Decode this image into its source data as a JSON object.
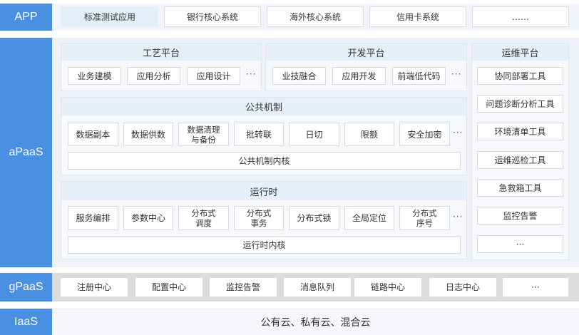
{
  "app_layer": {
    "label": "APP",
    "items": [
      "标准测试应用",
      "银行核心系统",
      "海外核心系统",
      "信用卡系统",
      "……"
    ]
  },
  "apaas_layer": {
    "label": "aPaaS",
    "craft_platform": {
      "title": "工艺平台",
      "items": [
        "业务建模",
        "应用分析",
        "应用设计"
      ],
      "more": "···"
    },
    "dev_platform": {
      "title": "开发平台",
      "items": [
        "业技融合",
        "应用开发",
        "前端低代码"
      ],
      "more": "···"
    },
    "public_mechanism": {
      "title": "公共机制",
      "items": [
        "数据副本",
        "数据供数",
        "数据清理\n与备份",
        "批转联",
        "日切",
        "限额",
        "安全加密"
      ],
      "more": "···",
      "kernel": "公共机制内核"
    },
    "runtime": {
      "title": "运行时",
      "items": [
        "服务编排",
        "参数中心",
        "分布式\n调度",
        "分布式\n事务",
        "分布式锁",
        "全局定位",
        "分布式\n序号"
      ],
      "more": "···",
      "kernel": "运行时内核"
    },
    "ops_platform": {
      "title": "运维平台",
      "items": [
        "协同部署工具",
        "问题诊断分析工具",
        "环境清单工具",
        "运维巡检工具",
        "急救箱工具",
        "监控告警",
        "···"
      ]
    }
  },
  "gpaas_layer": {
    "label": "gPaaS",
    "items": [
      "注册中心",
      "配置中心",
      "监控告警",
      "消息队列",
      "链路中心",
      "日志中心",
      "···"
    ]
  },
  "iaas_layer": {
    "label": "IaaS",
    "text": "公有云、私有云、混合云"
  }
}
